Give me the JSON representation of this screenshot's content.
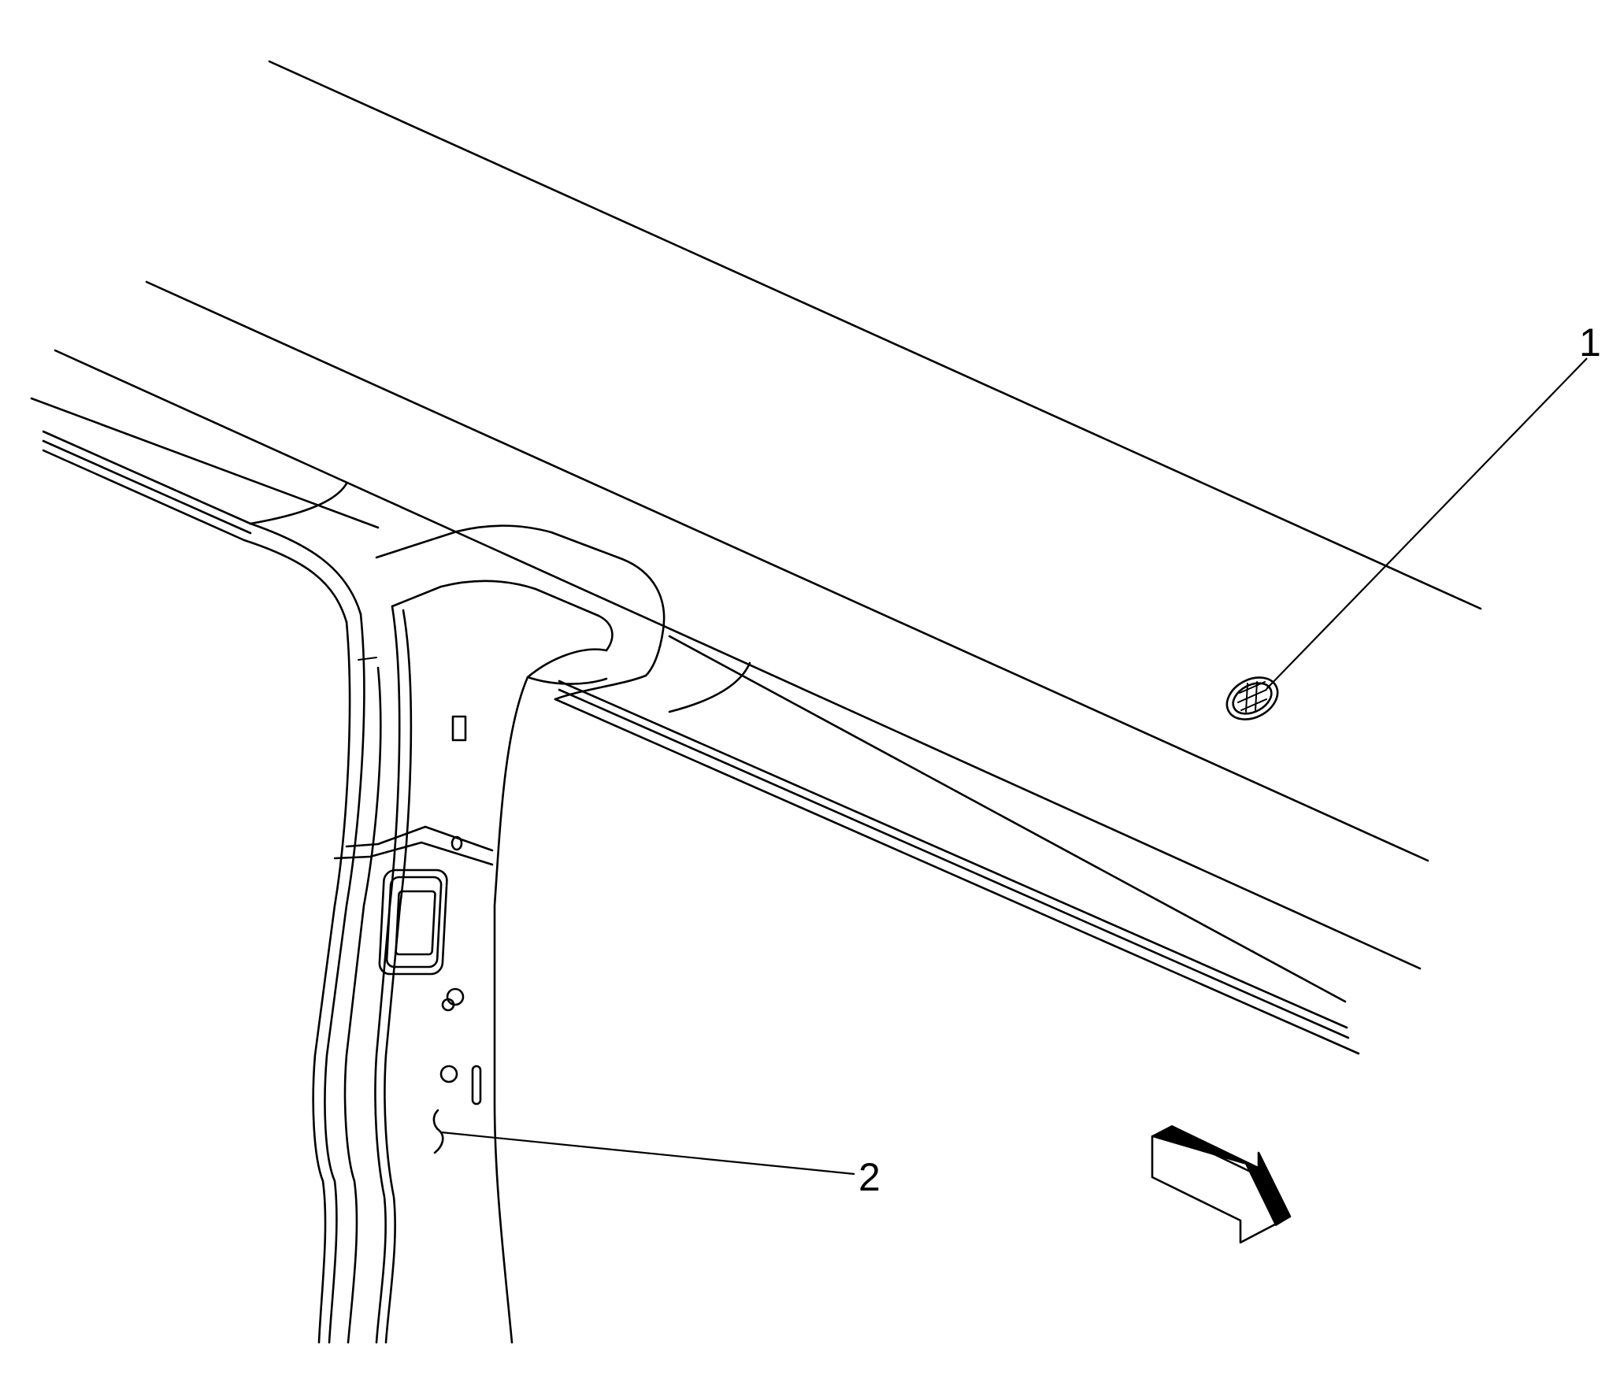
{
  "callouts": [
    {
      "id": "1",
      "label": "1"
    },
    {
      "id": "2",
      "label": "2"
    }
  ],
  "icons": {
    "direction_arrow": "forward-arrow-icon",
    "plug": "grommet-plug-icon",
    "clip": "clip-icon"
  },
  "colors": {
    "line": "#000000",
    "background": "#ffffff"
  }
}
